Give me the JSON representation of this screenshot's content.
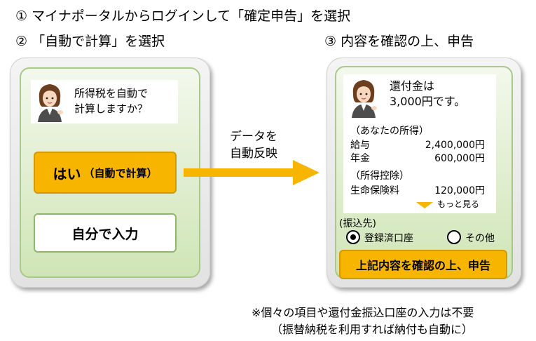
{
  "steps": {
    "step1": "① マイナポータルからログインして「確定申告」を選択",
    "step2": "② 「自動で計算」を選択",
    "step3": "③ 内容を確認の上、申告"
  },
  "left_phone": {
    "prompt_line1": "所得税を自動で",
    "prompt_line2": "計算しますか？",
    "yes_main": "はい",
    "yes_sub": "（自動で計算）",
    "self_label": "自分で入力"
  },
  "arrow": {
    "line1": "データを",
    "line2": "自動反映"
  },
  "right_phone": {
    "refund_line1": "還付金は",
    "refund_line2": "3,000円です。",
    "income_header": "（あなたの所得）",
    "salary_label": "給与",
    "salary_value": "2,400,000円",
    "pension_label": "年金",
    "pension_value": "600,000円",
    "deduction_header": "（所得控除）",
    "insurance_label": "生命保険料",
    "insurance_value": "120,000円",
    "more_label": "もっと見る",
    "transfer_header": "(振込先)",
    "option_registered": "登録済口座",
    "option_other": "その他",
    "confirm_label": "上記内容を確認の上、申告"
  },
  "footnote": {
    "line1": "※個々の項目や還付金振込口座の入力は不要",
    "line2": "（振替納税を利用すれば納付も自動に）"
  },
  "colors": {
    "accent_orange": "#f7b500",
    "screen_green": "#cfe5b6"
  }
}
